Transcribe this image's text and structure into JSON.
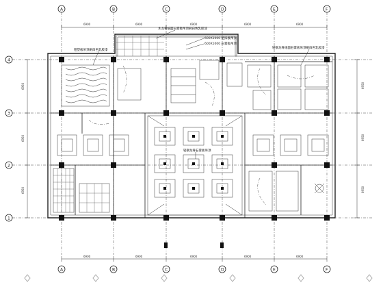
{
  "axes_top": [
    "A",
    "B",
    "C",
    "D",
    "E",
    "F"
  ],
  "axes_left": [
    "4",
    "3",
    "2",
    "1"
  ],
  "dims_top": [
    "6900",
    "6900",
    "6900",
    "6900",
    "6900"
  ],
  "dims_bottom": [
    "6900",
    "6900",
    "6900",
    "6900",
    "6900"
  ],
  "dims_side": [
    "6950",
    "6950",
    "6950"
  ],
  "notes": [
    "木龙骨纸面石膏板吊顶刷白色乳胶漆",
    "600X1000 铝扣板吊顶",
    "600X1000 石膏板吊顶",
    "铝塑板吊顶刷白色乳胶漆",
    "轻钢龙骨纸面石膏板吊顶刷白色乳胶漆",
    "轻钢龙骨石膏板吊顶"
  ],
  "colors": {
    "line": "#222222",
    "background": "#ffffff"
  }
}
